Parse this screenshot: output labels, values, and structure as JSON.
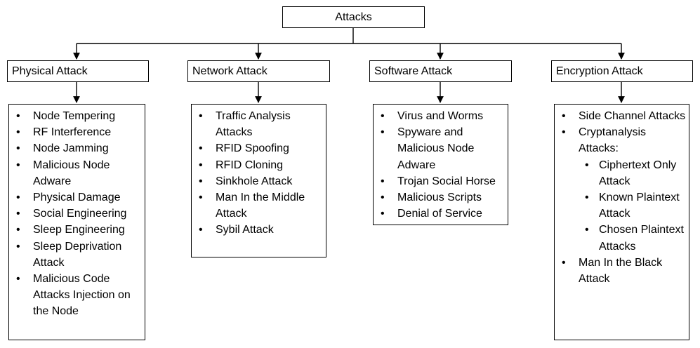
{
  "root": {
    "label": "Attacks"
  },
  "categories": [
    {
      "title": "Physical Attack",
      "items": [
        "Node Tempering",
        "RF Interference",
        "Node Jamming",
        "Malicious Node Adware",
        "Physical Damage",
        "Social Engineering",
        "Sleep Engineering",
        "Sleep Deprivation Attack",
        "Malicious Code Attacks Injection on the Node"
      ]
    },
    {
      "title": "Network Attack",
      "items": [
        "Traffic Analysis Attacks",
        "RFID Spoofing",
        "RFID Cloning",
        "Sinkhole Attack",
        "Man In the Middle Attack",
        "Sybil Attack"
      ]
    },
    {
      "title": "Software Attack",
      "items": [
        "Virus and Worms",
        "Spyware and Malicious Node Adware",
        "Trojan Social Horse",
        "Malicious Scripts",
        "Denial of Service"
      ]
    },
    {
      "title": "Encryption Attack",
      "items": [
        "Side Channel Attacks",
        "Cryptanalysis Attacks:",
        "Man In the Black Attack"
      ],
      "subitems": [
        "Ciphertext Only Attack",
        "Known Plaintext Attack",
        "Chosen Plaintext Attacks"
      ]
    }
  ]
}
